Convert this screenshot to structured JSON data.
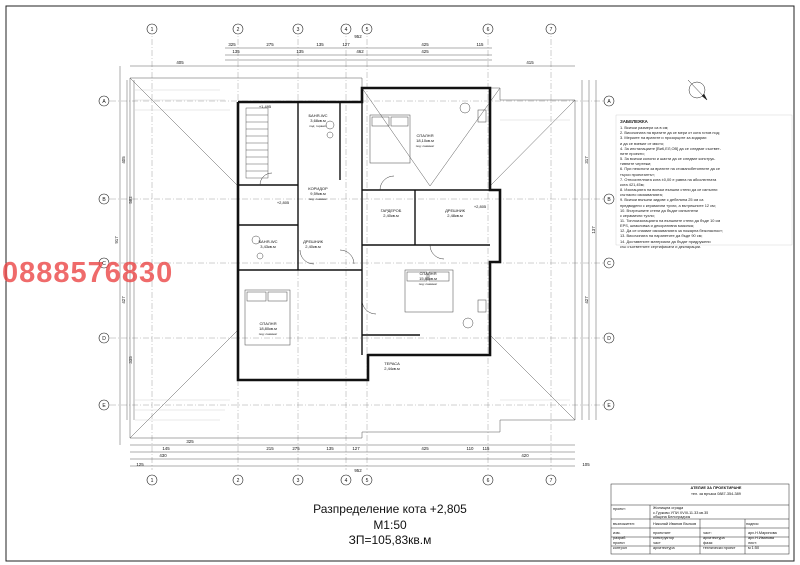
{
  "watermark": "0888576830",
  "drawing": {
    "title": "Разпределение кота +2,805",
    "scale": "М1:50",
    "area": "ЗП=105,83кв.м"
  },
  "axes_numbers": [
    "1",
    "2",
    "3",
    "4",
    "5",
    "6",
    "7"
  ],
  "axes_letters": [
    "A",
    "B",
    "C",
    "D",
    "E"
  ],
  "dimensions_top": [
    "952",
    "325",
    "275",
    "135",
    "127",
    "425",
    "115",
    "110",
    "135",
    "415",
    "462",
    "425"
  ],
  "dimensions_left": [
    "405",
    "917",
    "582",
    "427",
    "335",
    "125"
  ],
  "dimensions_bottom": [
    "952",
    "325",
    "215",
    "145",
    "275",
    "135",
    "127",
    "425",
    "110",
    "115",
    "105"
  ],
  "rooms": [
    {
      "name": "БАНЯ-WC",
      "area": "3,68кв.м",
      "floor": "под: теракот"
    },
    {
      "name": "СПАЛНЯ",
      "area": "18,10кв.м",
      "floor": "под: ламинат"
    },
    {
      "name": "ГАРДЕРОБ",
      "area": "2,40кв.м",
      "floor": "под: ламинат"
    },
    {
      "name": "ДРЕШНИК",
      "area": "2,48кв.м",
      "floor": "под: ламинат"
    },
    {
      "name": "КОРИДОР",
      "area": "9,59кв.м",
      "floor": "под: ламинат"
    },
    {
      "name": "БАНЯ-WC",
      "area": "3,43кв.м",
      "floor": "под: теракот"
    },
    {
      "name": "ДРЕШНИК",
      "area": "2,40кв.м",
      "floor": "под: ламинат"
    },
    {
      "name": "СПАЛНЯ",
      "area": "18,80кв.м",
      "floor": "под: ламинат"
    },
    {
      "name": "СПАЛНЯ",
      "area": "15,80кв.м",
      "floor": "под: ламинат"
    },
    {
      "name": "ТЕРАСА",
      "area": "2,44кв.м",
      "floor": "под: теракот"
    }
  ],
  "spot_levels": [
    "+1,495",
    "+2,805",
    "+2,805"
  ],
  "notes": {
    "title": "ЗАБЕЛЕЖКА",
    "items": [
      "1. Всички размери са в см;",
      "2. Височината на вратите да се мери от кота готов под;",
      "3. Мерките на вратите и прозорците за зидарии",
      "   и да се вземат от място;",
      "4. За инсталациите [ВиК,ЕЛ,ОВ] да се следват съответ-",
      "   ните проекти;",
      "5. За всички колони и шахти да се следват конструк-",
      "   тивните чертежи;",
      "6. При неясноти за вратите на стоманобетонните да се",
      "   търси проектантът;",
      "7. Относителната кота ±0,00 е равна на абсолютната",
      "   кота 421,45м;",
      "8. Изолацията на всички външни стени да се изпълни",
      "   съгласно изискванията;",
      "9. Всички външни зидове с дебелина 25 см са",
      "   предвидени с керамични тухли, а вътрешните 12 см;",
      "10. Вътрешните стени да бъдат изпълнени",
      "   с керамични тухли;",
      "11. Топлоизолацията на външните стени да бъде 10 см",
      "   EPS, шпакловка и декоративна мазилка;",
      "12. Да се спазват изискванията за пожарна безопасност;",
      "13. Височината на парапетите да бъде 90 см;",
      "14. Доставените материали да бъдат придружени",
      "   със съответните сертификати и декларации."
    ]
  },
  "stamp": {
    "studio": "АТЕЛИЕ ЗА ПРОЕКТИРАНЕ",
    "phone": "тел. за връзка 0887-354-389",
    "project_label": "проект:",
    "project": "Жилищна сграда",
    "location": "с.Гурково УПИ XVIII-11.33 кв.35",
    "municipality": "община Белоградчик",
    "assignor_label": "възложител:",
    "assignor": "Николай Иванов Вълков",
    "owner_label": "подпис:",
    "phase_label": "фаза:",
    "phase": "технически проект",
    "part_label": "част:",
    "part": "архитектура",
    "sheet_label": "лист:",
    "scale_label": "м 1:50",
    "designer1": "арх.Н.Маринова",
    "designer2": "арх.Н.Иванова",
    "rows": [
      "изм.",
      "разраб.",
      "проект.",
      "контрол",
      "гл.проект",
      "утвърд.",
      "част"
    ],
    "row_values": [
      "",
      "проектант",
      "конструктор",
      "част",
      "архитектура",
      "",
      ""
    ]
  },
  "colors": {
    "line": "#111111",
    "light": "#888888",
    "watermark": "#e84646"
  }
}
